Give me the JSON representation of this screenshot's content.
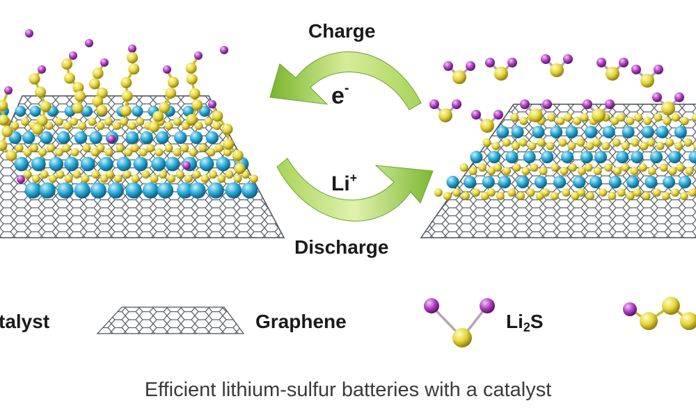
{
  "labels": {
    "charge": "Charge",
    "discharge": "Discharge",
    "electron": "e",
    "electron_sup": "-",
    "lithium": "Li",
    "lithium_sup": "+"
  },
  "legend": {
    "catalyst": "talyst",
    "graphene": "Graphene",
    "li2s_pre": "Li",
    "li2s_sub": "2",
    "li2s_post": "S"
  },
  "caption": "Efficient lithium-sulfur batteries with a catalyst",
  "colors": {
    "sulfur": "#e6d63a",
    "lithium": "#b13fc2",
    "catalyst": "#29a9d6",
    "graphene": "#555b64",
    "arrow": "#8cc43c"
  }
}
